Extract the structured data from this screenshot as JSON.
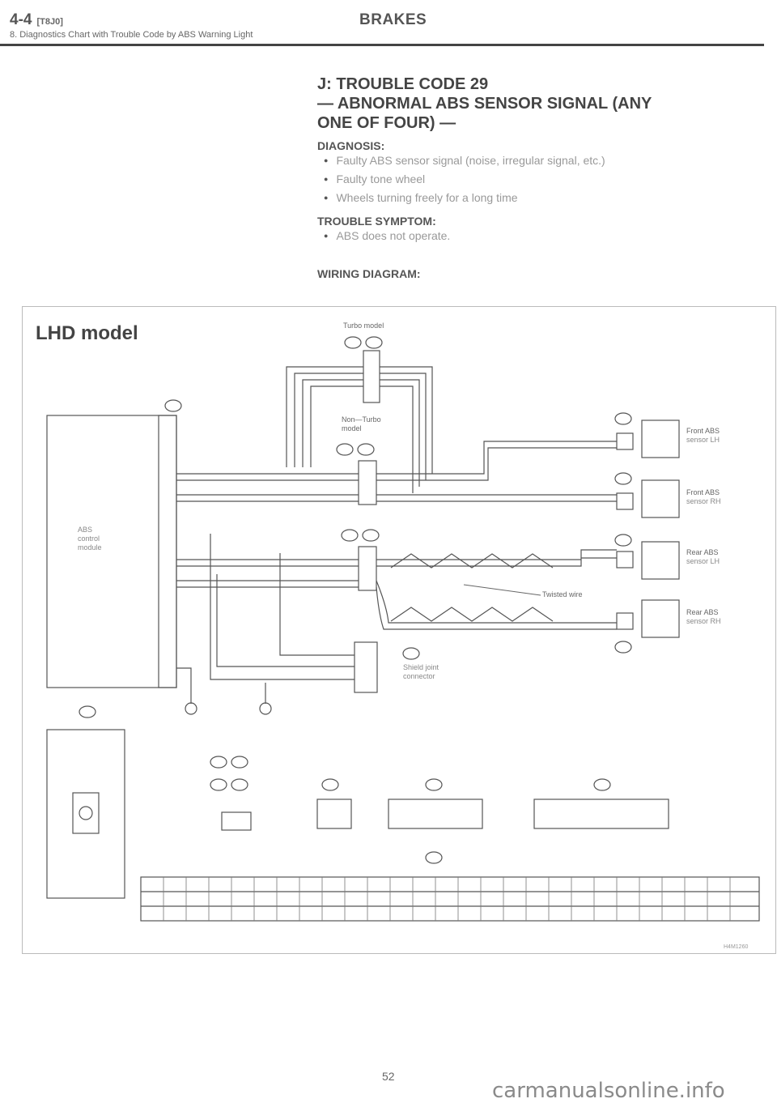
{
  "header": {
    "section_number": "4-4",
    "section_code": "[T8J0]",
    "title": "BRAKES",
    "subtitle": "8. Diagnostics Chart with Trouble Code by ABS Warning Light"
  },
  "content": {
    "heading_lines": [
      "J: TROUBLE CODE 29",
      "— ABNORMAL ABS SENSOR SIGNAL (ANY",
      "ONE OF FOUR) —"
    ],
    "diagnosis_label": "DIAGNOSIS:",
    "diagnosis_items": [
      "Faulty ABS sensor signal (noise, irregular signal, etc.)",
      "Faulty tone wheel",
      "Wheels turning freely for a long time"
    ],
    "symptom_label": "TROUBLE SYMPTOM:",
    "symptom_items": [
      "ABS does not operate."
    ],
    "wiring_label": "WIRING DIAGRAM:"
  },
  "diagram": {
    "model_label": "LHD model",
    "turbo_model": "Turbo model",
    "non_turbo_line1": "Non—Turbo",
    "non_turbo_line2": "model",
    "abs_module_lines": [
      "ABS",
      "control",
      "module"
    ],
    "sensors": [
      {
        "line1": "Front ABS",
        "line2": "sensor LH"
      },
      {
        "line1": "Front ABS",
        "line2": "sensor RH"
      },
      {
        "line1": "Rear ABS",
        "line2": "sensor LH"
      },
      {
        "line1": "Rear ABS",
        "line2": "sensor RH"
      }
    ],
    "twisted_wire": "Twisted wire",
    "shield_joint_line1": "Shield joint",
    "shield_joint_line2": "connector",
    "figure_code": "H4M1260"
  },
  "footer": {
    "page_number": "52",
    "watermark": "carmanualsonline.info"
  }
}
